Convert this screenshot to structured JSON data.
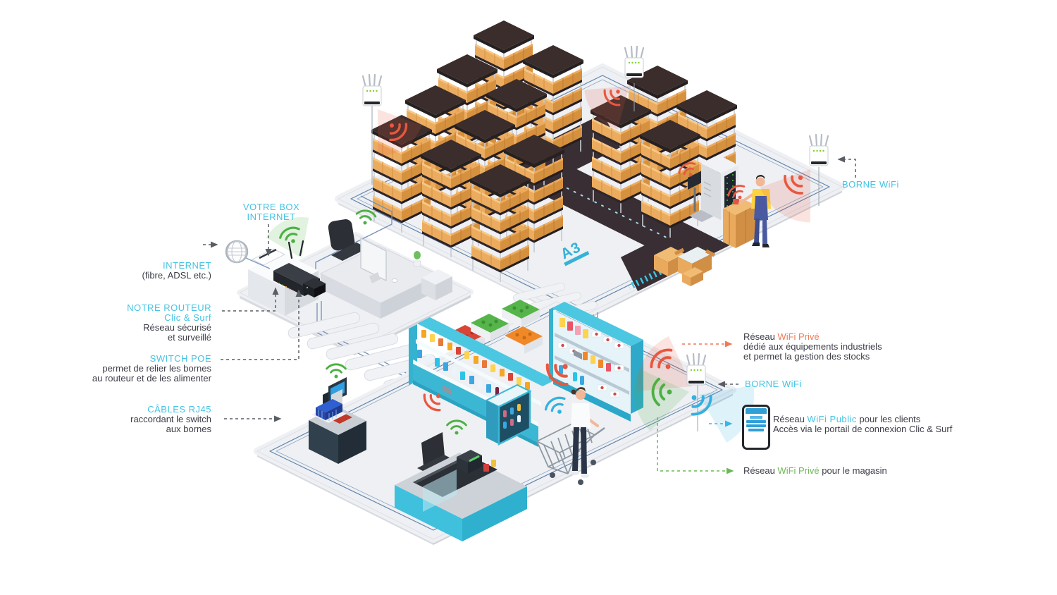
{
  "labels": {
    "votre_box_line1": "VOTRE BOX",
    "votre_box_line2": "INTERNET",
    "internet_title": "INTERNET",
    "internet_sub": "(fibre, ADSL etc.)",
    "routeur_title": "NOTRE ROUTEUR",
    "routeur_brand": "Clic & Surf",
    "routeur_line1": "Réseau sécurisé",
    "routeur_line2": "et surveillé",
    "switch_title": "SWITCH POE",
    "switch_line1": "permet de relier les bornes",
    "switch_line2": "au routeur et de les alimenter",
    "cables_title": "CÂBLES RJ45",
    "cables_line1": "raccordant le switch",
    "cables_line2": "aux bornes",
    "borne_warehouse": "BORNE WiFi",
    "borne_store": "BORNE WiFi",
    "prive_industriel_prefix": "Réseau ",
    "prive_industriel_highlight": "WiFi Privé",
    "prive_industriel_line1": "dédié aux équipements industriels",
    "prive_industriel_line2": "et permet la gestion des stocks",
    "public_prefix": "Réseau ",
    "public_highlight": "WiFi Public",
    "public_suffix": " pour les clients",
    "public_line2": "Accès via le portail de connexion Clic & Surf",
    "magasin_prefix": "Réseau ",
    "magasin_highlight": "WiFi Privé",
    "magasin_suffix": " pour le magasin",
    "aisle_marking": "A3"
  },
  "colors": {
    "accent_cyan": "#45c3e4",
    "accent_orange": "#ef7a57",
    "accent_green": "#6db855",
    "wifi_red": "#e8573f",
    "wifi_green": "#4db043",
    "wifi_blue": "#33b1e0",
    "store_teal": "#3fc0dd",
    "cable_blue": "#7590b5",
    "box_tan": "#ecac60",
    "floor_gray": "#eef0f3",
    "aisle_dark": "#382e33",
    "text_dark": "#3d3e48"
  },
  "icons": {
    "wifi_icon": "dot with signal arcs",
    "access_point_icon": "white box with four antennas",
    "globe_icon": "mesh sphere",
    "smartphone_icon": "phone showing captive portal"
  }
}
